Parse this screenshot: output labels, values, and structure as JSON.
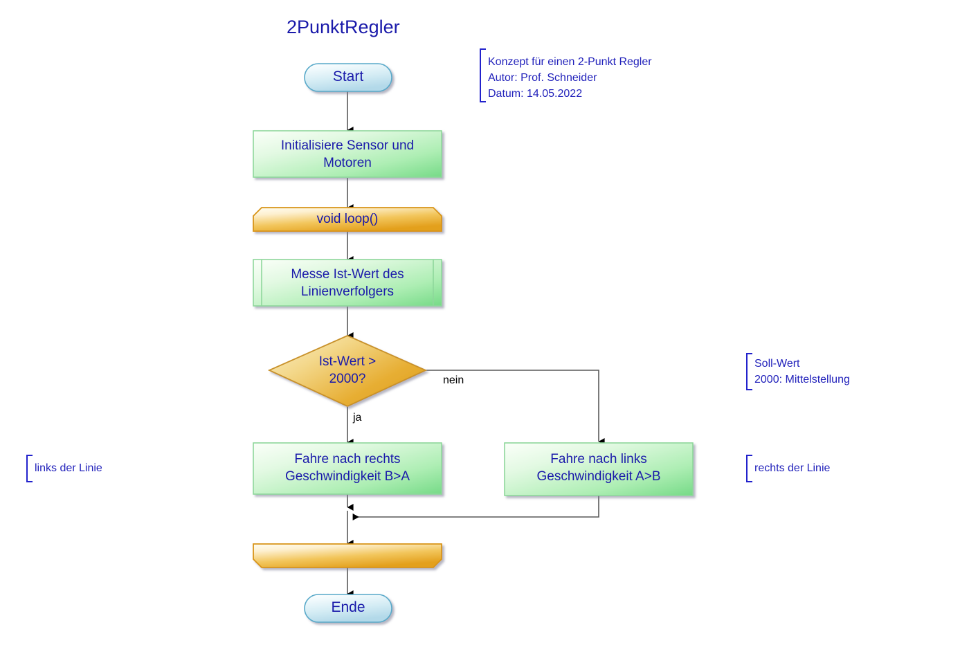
{
  "diagram": {
    "title": "2PunktRegler",
    "colors": {
      "text_blue": "#1a1aaa",
      "note_blue": "#2222bb",
      "terminal_fill_light": "#f2fafd",
      "terminal_fill_dark": "#b8dcea",
      "terminal_stroke": "#5aa8c8",
      "process_fill_light": "#e9fbea",
      "process_fill_dark": "#7ddc8c",
      "process_stroke": "#8fd89a",
      "loop_fill_light": "#fdf3d9",
      "loop_fill_dark": "#e9a521",
      "loop_stroke": "#d8931a",
      "decision_fill_light": "#fbeec6",
      "decision_fill_dark": "#e5a925",
      "decision_stroke": "#c8912a",
      "connector": "#595959",
      "arrowhead": "#000000"
    },
    "nodes": [
      {
        "id": "start",
        "type": "terminal",
        "label": "Start"
      },
      {
        "id": "init",
        "type": "process",
        "label": "Initialisiere Sensor und\nMotoren"
      },
      {
        "id": "loop",
        "type": "loop-start",
        "label": "void loop()"
      },
      {
        "id": "messe",
        "type": "predefined-process",
        "label": "Messe Ist-Wert des\nLinienverfolgers"
      },
      {
        "id": "decision",
        "type": "decision",
        "label": "Ist-Wert >\n2000?"
      },
      {
        "id": "rechts",
        "type": "process",
        "label": "Fahre nach rechts\nGeschwindigkeit B>A"
      },
      {
        "id": "links",
        "type": "process",
        "label": "Fahre nach links\nGeschwindigkeit A>B"
      },
      {
        "id": "loopend",
        "type": "loop-end",
        "label": ""
      },
      {
        "id": "ende",
        "type": "terminal",
        "label": "Ende"
      }
    ],
    "edge_labels": {
      "ja": "ja",
      "nein": "nein"
    },
    "notes": [
      {
        "id": "header-note",
        "text": "Konzept für einen 2-Punkt Regler\nAutor: Prof. Schneider\nDatum: 14.05.2022"
      },
      {
        "id": "sollwert-note",
        "text": "Soll-Wert\n2000: Mittelstellung"
      },
      {
        "id": "links-note",
        "text": "links der Linie"
      },
      {
        "id": "rechts-note",
        "text": "rechts der Linie"
      }
    ]
  }
}
